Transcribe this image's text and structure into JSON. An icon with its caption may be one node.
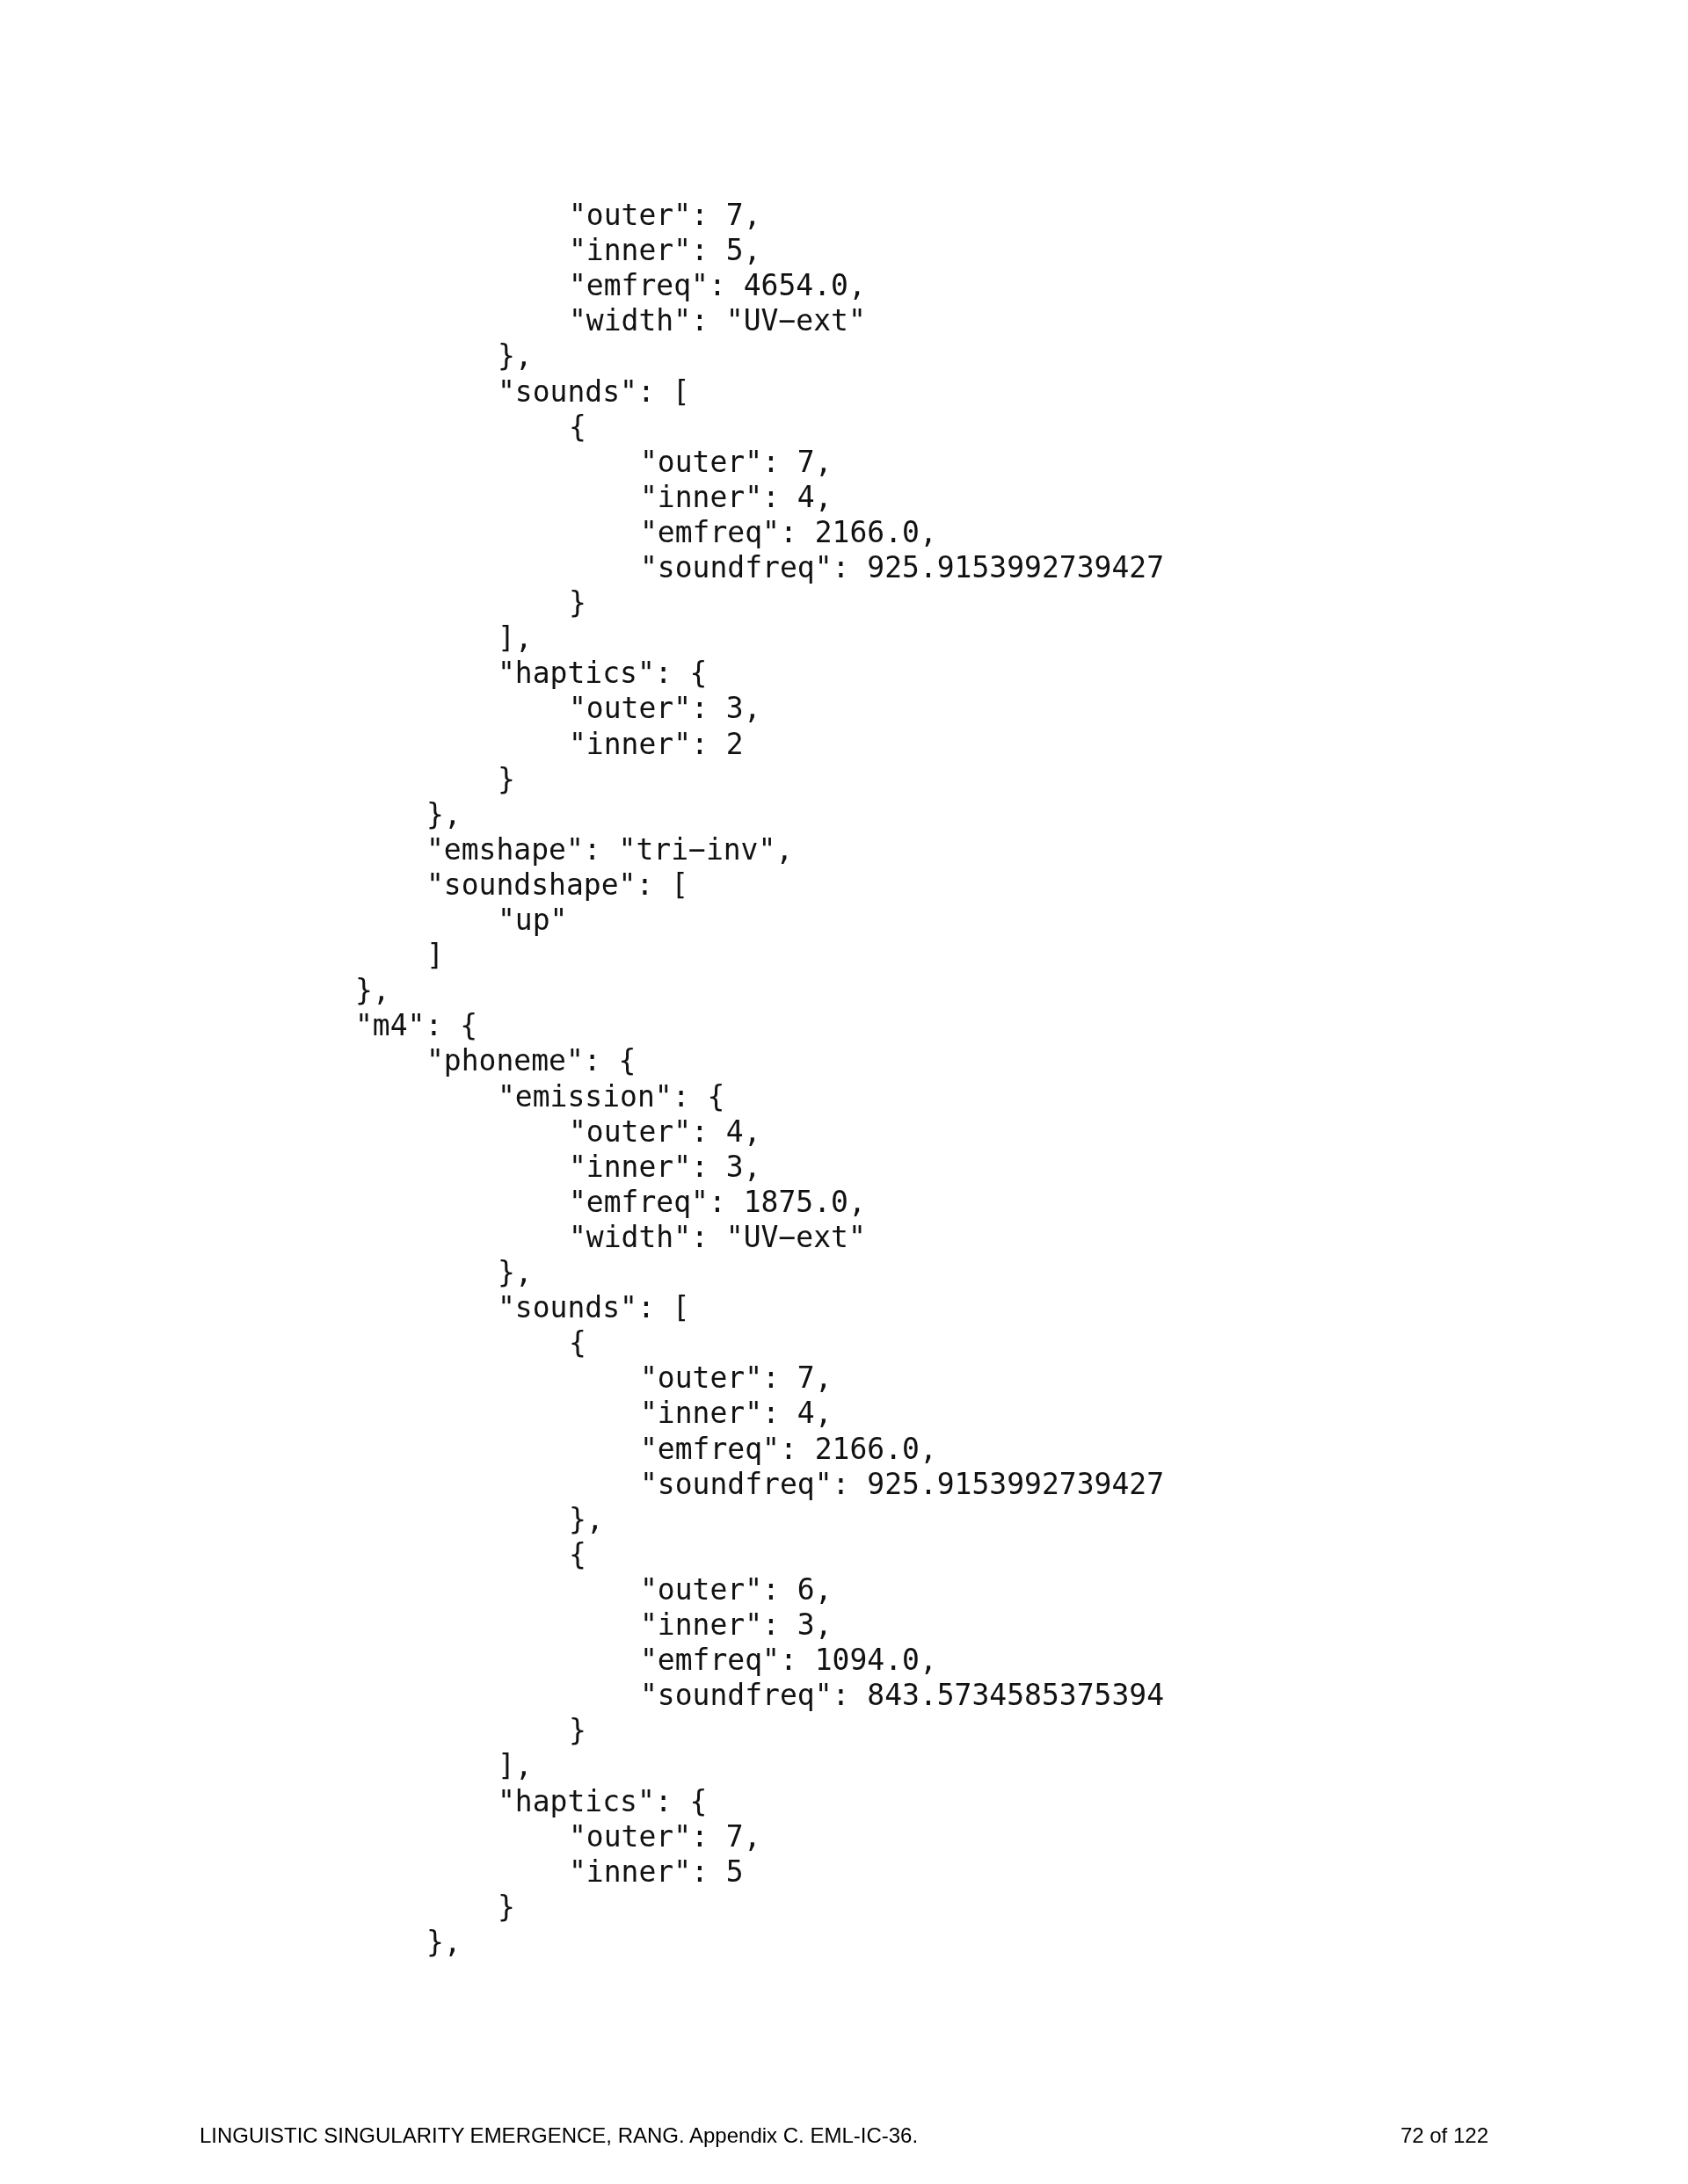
{
  "diagram": {
    "labels": [
      "\"outer\": 7,",
      "\"inner\": 5,",
      "\"emfreq\": 4654.0,",
      "\"width\": \"UV−ext\"",
      "},",
      "\"sounds\": [",
      "{",
      "\"outer\": 7,",
      "\"inner\": 4,",
      "\"emfreq\": 2166.0,",
      "\"soundfreq\": 925.9153992739427",
      "}",
      "],",
      "\"haptics\": {",
      "\"outer\": 3,",
      "\"inner\": 2",
      "}",
      "},",
      "\"emshape\": \"tri−inv\",",
      "\"soundshape\": [",
      "\"up\"",
      "]",
      "},",
      "\"m4\": {",
      "\"phoneme\": {",
      "\"emission\": {",
      "\"outer\": 4,",
      "\"inner\": 3,",
      "\"emfreq\": 1875.0,",
      "\"width\": \"UV−ext\"",
      "},",
      "\"sounds\": [",
      "{",
      "\"outer\": 7,",
      "\"inner\": 4,",
      "\"emfreq\": 2166.0,",
      "\"soundfreq\": 925.9153992739427",
      "},",
      "{",
      "\"outer\": 6,",
      "\"inner\": 3,",
      "\"emfreq\": 1094.0,",
      "\"soundfreq\": 843.5734585375394",
      "}",
      "],",
      "\"haptics\": {",
      "\"outer\": 7,",
      "\"inner\": 5",
      "}",
      "},",
      "LINGUISTIC SINGULARITY EMERGENCE, RANG. Appendix C. EML-IC-36.",
      "72 of 122"
    ]
  }
}
